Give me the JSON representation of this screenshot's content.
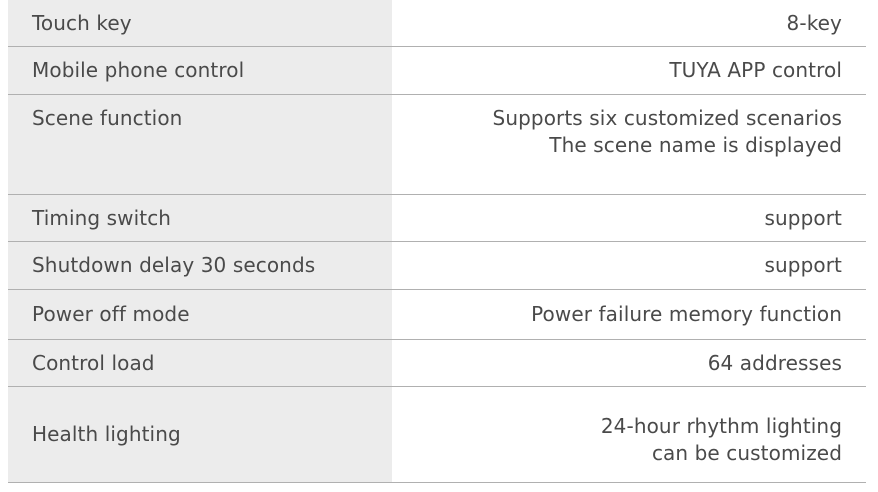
{
  "table": {
    "column_label_bg": "#ececec",
    "column_value_bg": "#ffffff",
    "divider_color": "#b0b0b0",
    "text_color": "#4a4a4a",
    "rows": [
      {
        "label": "Touch key",
        "value_lines": [
          "8-key"
        ]
      },
      {
        "label": "Mobile phone control",
        "value_lines": [
          "TUYA APP control"
        ]
      },
      {
        "label": "Scene function",
        "value_lines": [
          "Supports six customized scenarios",
          "The scene name is displayed"
        ]
      },
      {
        "label": "Timing switch",
        "value_lines": [
          "support"
        ]
      },
      {
        "label": "Shutdown delay 30 seconds",
        "value_lines": [
          "support"
        ]
      },
      {
        "label": "Power off mode",
        "value_lines": [
          "Power failure memory function"
        ]
      },
      {
        "label": "Control load",
        "value_lines": [
          "64 addresses"
        ]
      },
      {
        "label": "Health lighting",
        "value_lines": [
          "24-hour rhythm lighting",
          "can be customized"
        ]
      }
    ]
  }
}
